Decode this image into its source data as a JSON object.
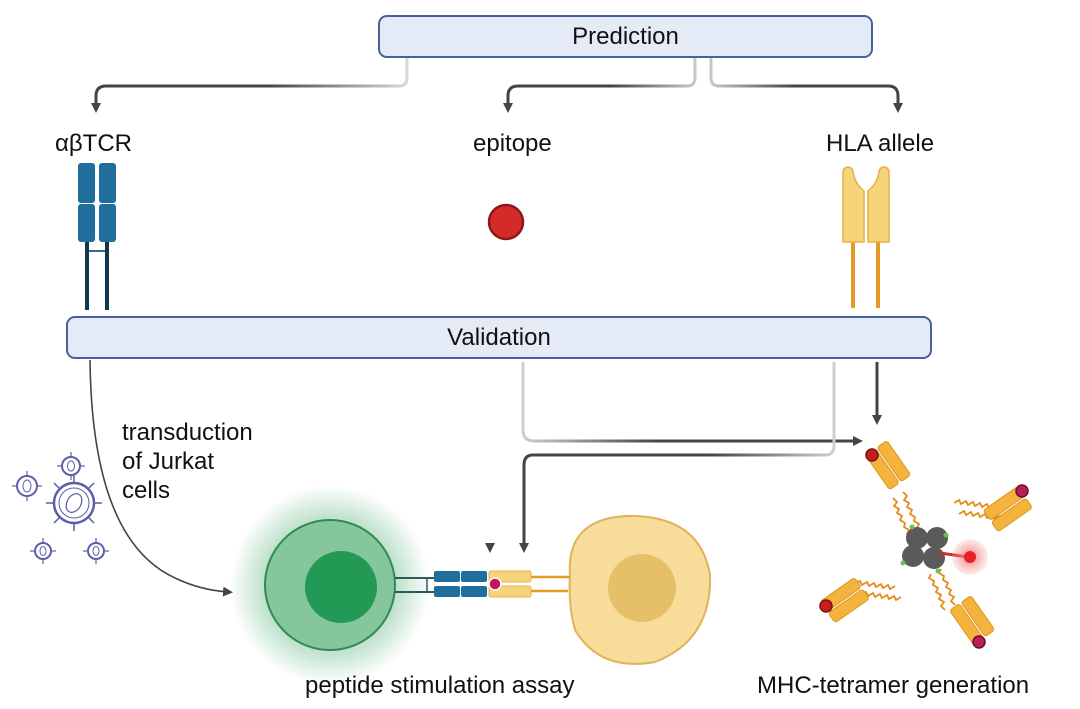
{
  "boxes": {
    "prediction": "Prediction",
    "validation": "Validation"
  },
  "components": {
    "tcr": "αβTCR",
    "epitope": "epitope",
    "hla": "HLA allele"
  },
  "transduction": {
    "line1": "transduction",
    "line2": "of Jurkat",
    "line3": "cells"
  },
  "assays": {
    "stimulation": "peptide stimulation assay",
    "tetramer": "MHC-tetramer generation"
  },
  "colors": {
    "box_fill": "#e4ebf7",
    "box_border": "#4a5f9e",
    "arrow": "#444444",
    "tcr_blue": "#1f6e9c",
    "tcr_stalk": "#12364d",
    "hla_yellow": "#f6d57a",
    "hla_orange": "#e59a22",
    "epitope_red": "#d42a2a",
    "jurkat_green": "#7fc497",
    "jurkat_nucleus": "#229955",
    "apc_fill": "#f7dc9a",
    "apc_nucleus": "#e6c068",
    "virus": "#5a5fa8"
  }
}
